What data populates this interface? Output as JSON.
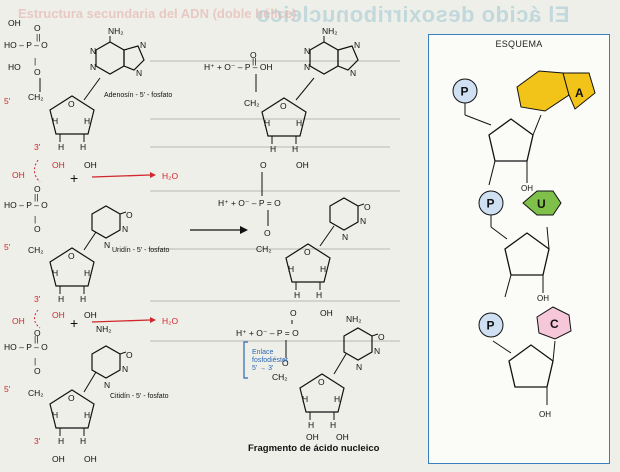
{
  "background_text": {
    "title_top": "El ácido desoxirribonucleico",
    "title_left": "Estructura secundaria del ADN (doble hélice)"
  },
  "monomers": {
    "adenosin": "Adenosín - 5' - fosfato",
    "uridin": "Uridín - 5' - fosfato",
    "citidin": "Citidín - 5' - fosfato"
  },
  "products": {
    "water": "H₂O"
  },
  "link_label": [
    "Enlace",
    "fosfodiéster",
    "5' → 3'"
  ],
  "caption": "Fragmento de ácido nucleico",
  "scheme": {
    "title": "ESQUEMA",
    "phosphate": "P",
    "bases": [
      {
        "letter": "A",
        "color": "#f2c419"
      },
      {
        "letter": "U",
        "color": "#7ec04a"
      },
      {
        "letter": "C",
        "color": "#f6c6d9"
      }
    ]
  },
  "colors": {
    "frame": "#3a7fc0",
    "phosphate_fill": "#cfe0f3",
    "highlight": "#d1262c"
  }
}
